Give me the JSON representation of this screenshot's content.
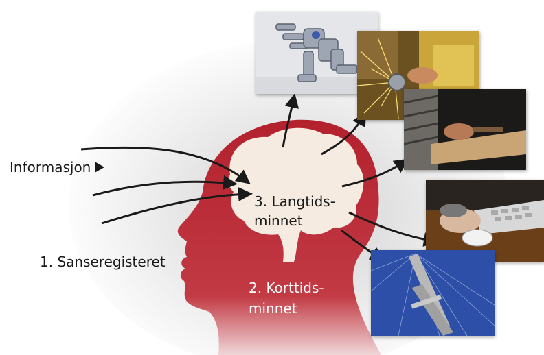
{
  "labels": {
    "information": "Informasjon",
    "sensory_register": "1. Sanseregisteret",
    "long_term_line1": "3. Langtids-",
    "long_term_line2": "minnet",
    "short_term_line1": "2. Korttids-",
    "short_term_line2": "minnet"
  },
  "colors": {
    "head": "#b0202c",
    "brain": "#f5ebe0",
    "arrow": "#1a1a1a",
    "text": "#1a1a1a"
  },
  "icons": {
    "information_pointer": "right-triangle-icon"
  }
}
